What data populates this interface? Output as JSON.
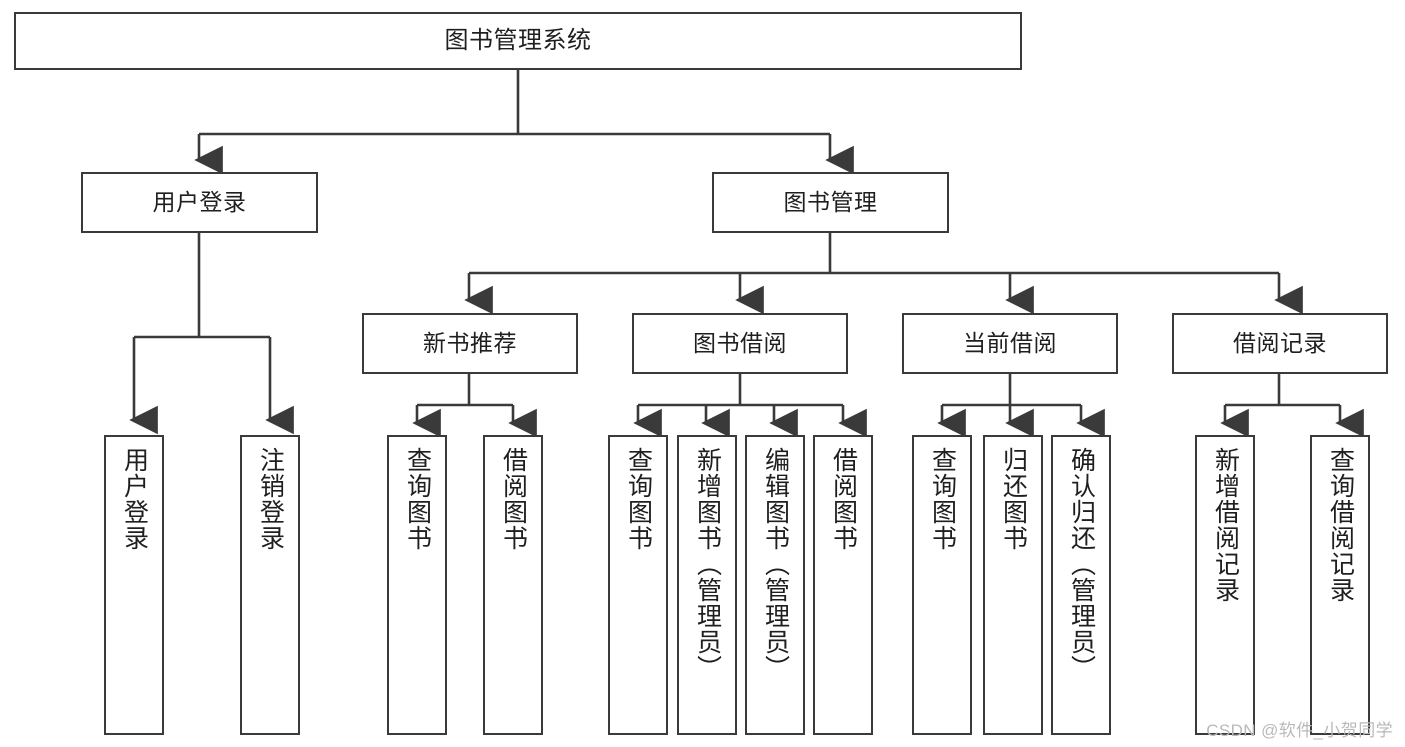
{
  "diagram": {
    "title": "图书管理系统",
    "watermark": "CSDN @软件_小贺同学",
    "colors": {
      "stroke": "#3a3a3a",
      "fill": "#ffffff",
      "text": "#1f1f1f",
      "watermark": "#b9b9b9"
    },
    "root": {
      "label": "图书管理系统"
    },
    "level1": [
      {
        "label": "用户登录"
      },
      {
        "label": "图书管理"
      }
    ],
    "level2": [
      {
        "label": "新书推荐"
      },
      {
        "label": "图书借阅"
      },
      {
        "label": "当前借阅"
      },
      {
        "label": "借阅记录"
      }
    ],
    "leaves": {
      "user_login": [
        {
          "label": "用户登录"
        },
        {
          "label": "注销登录"
        }
      ],
      "new_book": [
        {
          "label": "查询图书"
        },
        {
          "label": "借阅图书"
        }
      ],
      "book_borrow": [
        {
          "label": "查询图书"
        },
        {
          "label": "新增图书（管理员）"
        },
        {
          "label": "编辑图书（管理员）"
        },
        {
          "label": "借阅图书"
        }
      ],
      "current_borrow": [
        {
          "label": "查询图书"
        },
        {
          "label": "归还图书"
        },
        {
          "label": "确认归还（管理员）"
        }
      ],
      "borrow_record": [
        {
          "label": "新增借阅记录"
        },
        {
          "label": "查询借阅记录"
        }
      ]
    }
  }
}
